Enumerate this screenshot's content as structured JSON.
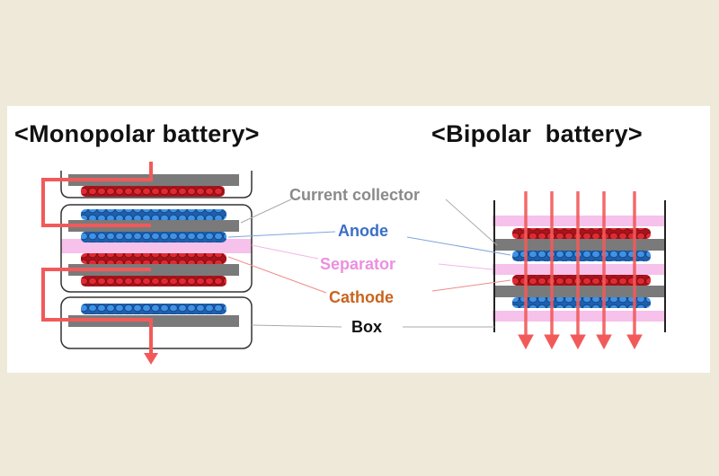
{
  "titles": {
    "monopolar": "<Monopolar battery>",
    "bipolar": "<Bipolar  battery>"
  },
  "labels": {
    "current_collector": "Current collector",
    "anode": "Anode",
    "separator": "Separator",
    "cathode": "Cathode",
    "box": "Box"
  },
  "colors": {
    "background": "#efe9d9",
    "current_collector": "#7a7a7a",
    "anode": "#2a7ad8",
    "separator": "#f4b6e6",
    "cathode": "#d8202a",
    "box_label": "#111111",
    "current_arrow": "#f25a5a"
  }
}
